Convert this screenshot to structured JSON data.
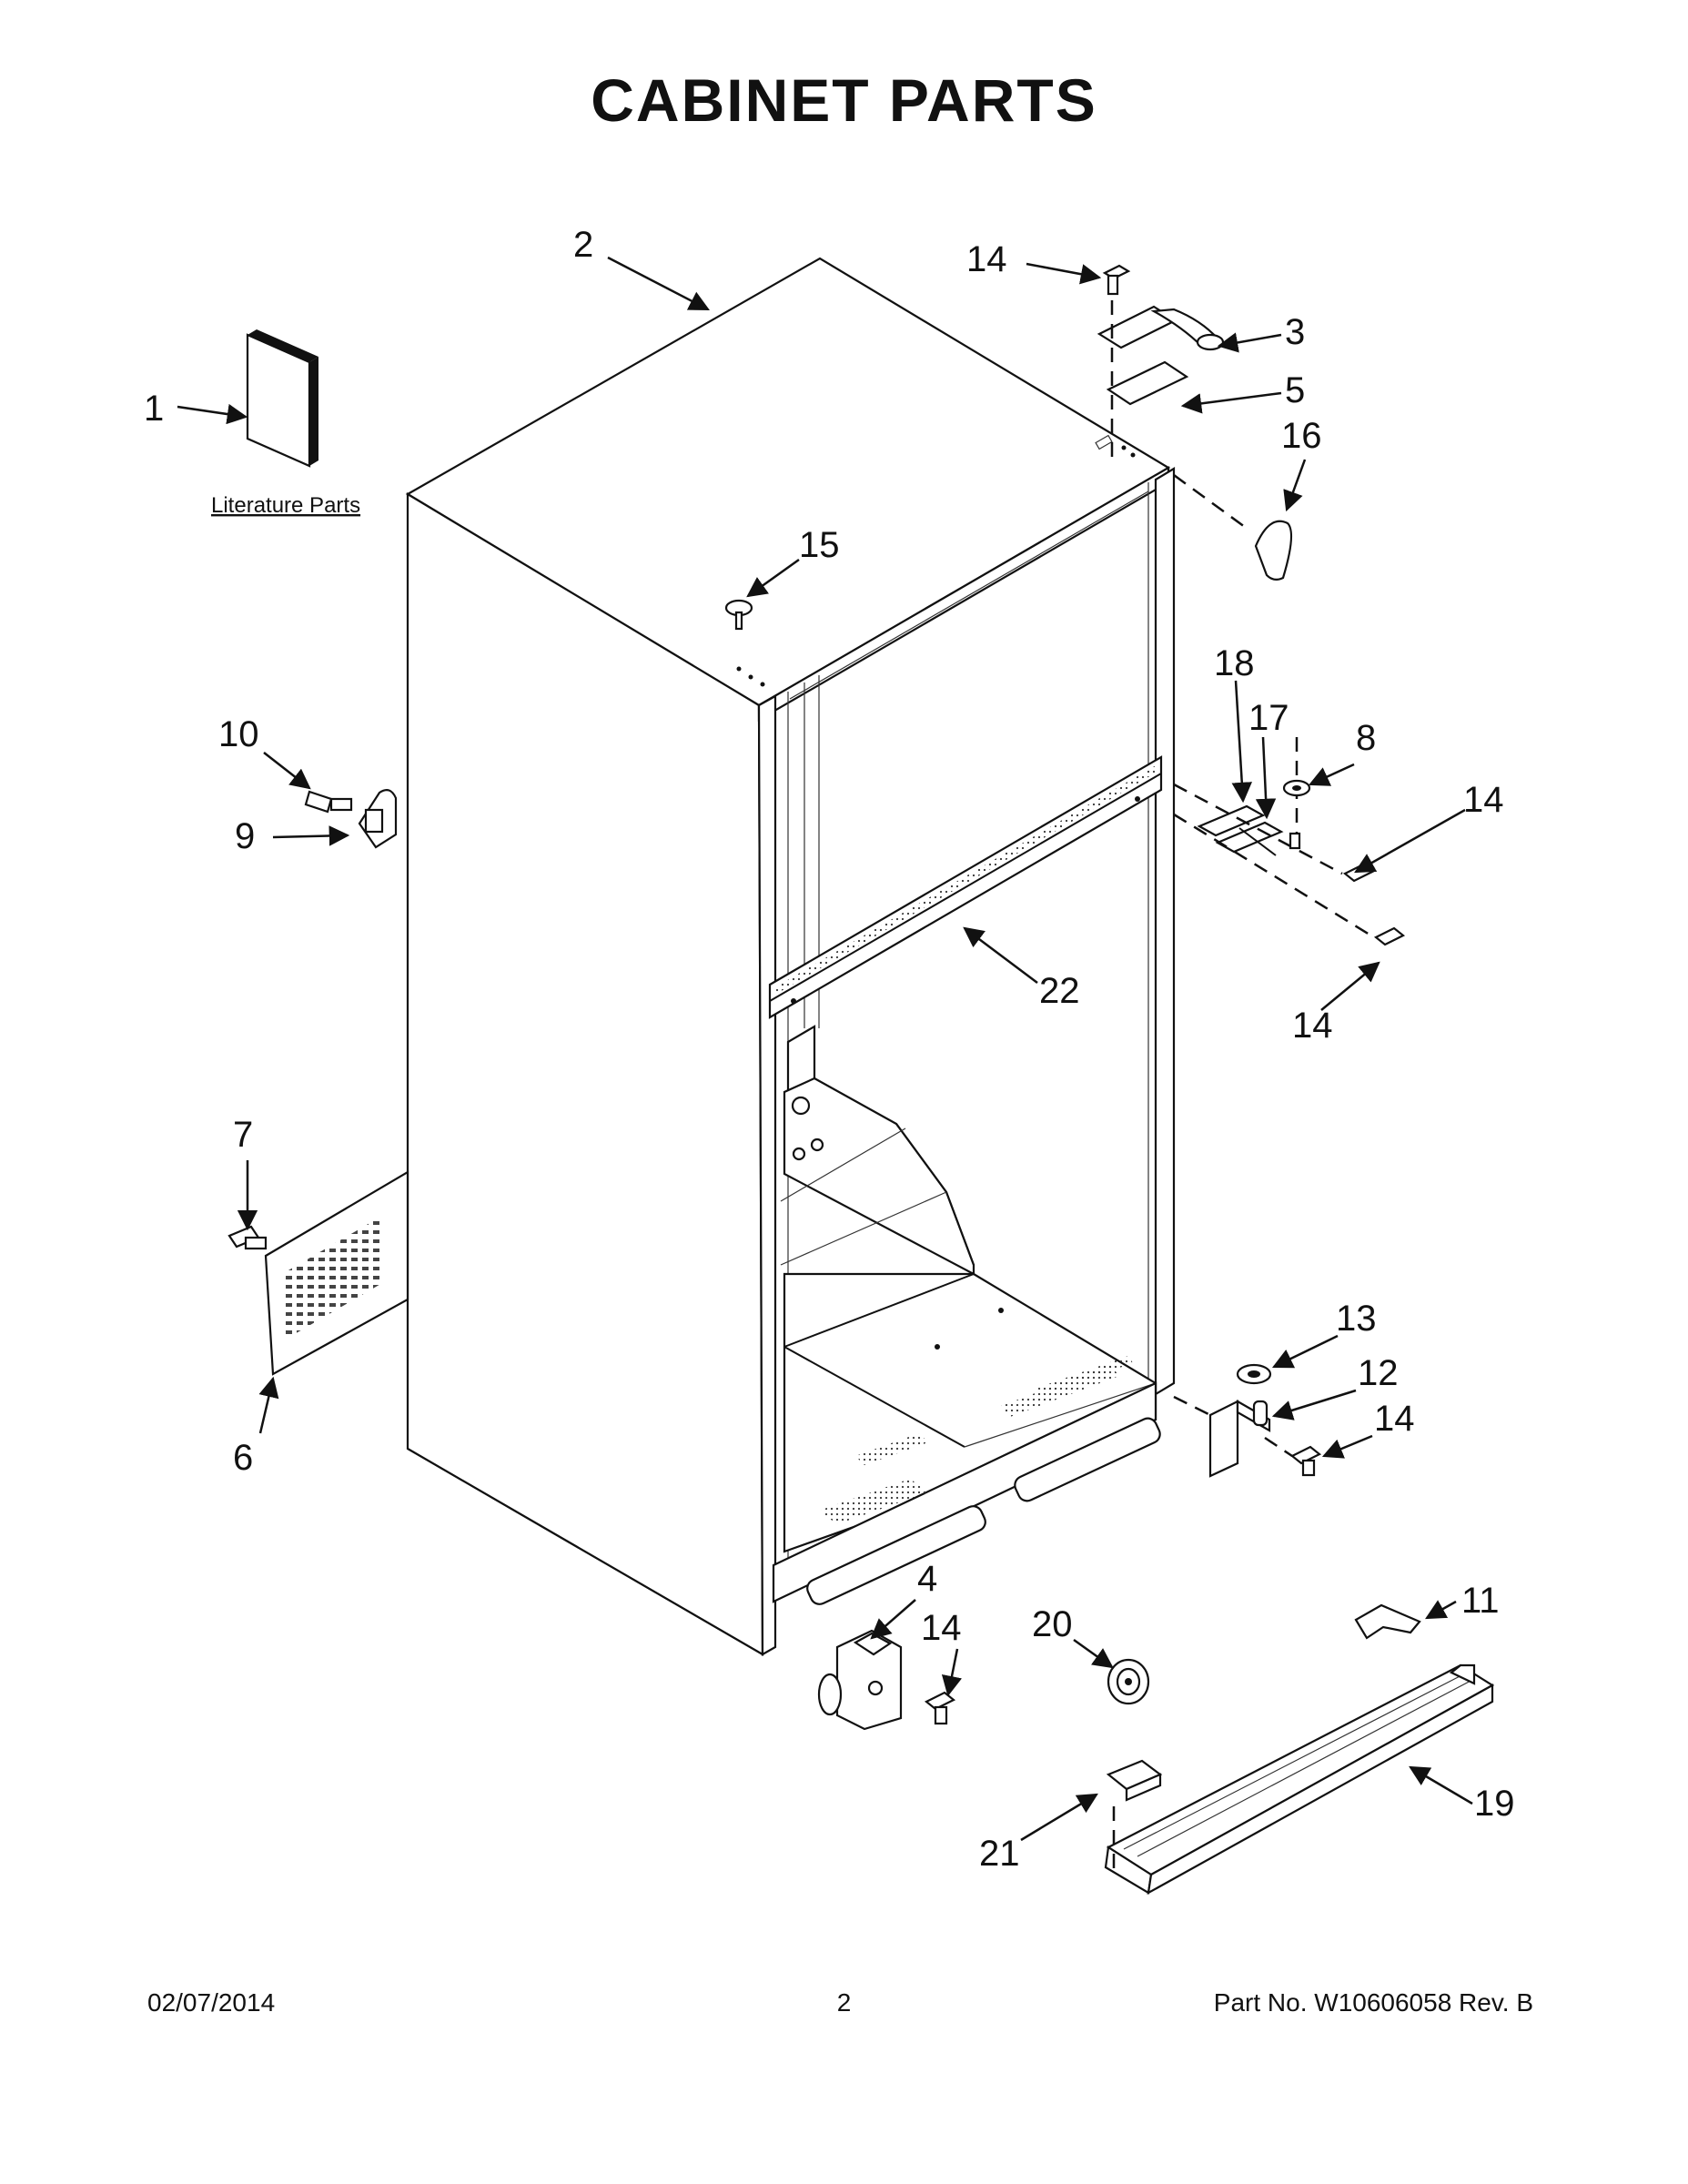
{
  "title": "CABINET PARTS",
  "literature_label": "Literature Parts",
  "callouts": [
    "1",
    "2",
    "3",
    "5",
    "14",
    "16",
    "15",
    "10",
    "9",
    "18",
    "17",
    "8",
    "14",
    "22",
    "14",
    "7",
    "6",
    "13",
    "12",
    "14",
    "4",
    "14",
    "20",
    "11",
    "19",
    "21"
  ],
  "footer": {
    "date": "02/07/2014",
    "page": "2",
    "part_no": "Part No.  W10606058  Rev.  B"
  }
}
